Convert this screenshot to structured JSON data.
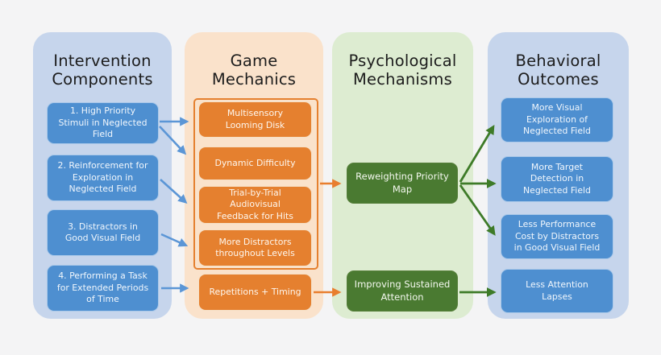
{
  "diagram": {
    "columns": [
      {
        "title": "Intervention\nComponents",
        "boxes": [
          {
            "label": "1. High Priority\nStimuli in Neglected\nField"
          },
          {
            "label": "2. Reinforcement for\nExploration in\nNeglected Field"
          },
          {
            "label": "3. Distractors in\nGood Visual Field"
          },
          {
            "label": "4. Performing a Task\nfor Extended Periods\nof Time"
          }
        ]
      },
      {
        "title": "Game\nMechanics",
        "boxes": [
          {
            "label": "Multisensory\nLooming Disk"
          },
          {
            "label": "Dynamic Difficulty"
          },
          {
            "label": "Trial-by-Trial\nAudiovisual\nFeedback for Hits"
          },
          {
            "label": "More Distractors\nthroughout Levels"
          },
          {
            "label": "Repetitions + Timing"
          }
        ]
      },
      {
        "title": "Psychological\nMechanisms",
        "boxes": [
          {
            "label": "Reweighting Priority\nMap"
          },
          {
            "label": "Improving Sustained\nAttention"
          }
        ]
      },
      {
        "title": "Behavioral\nOutcomes",
        "boxes": [
          {
            "label": "More Visual\nExploration of\nNeglected Field"
          },
          {
            "label": "More Target\nDetection in\nNeglected Field"
          },
          {
            "label": "Less Performance\nCost by Distractors\nin Good Visual Field"
          },
          {
            "label": "Less Attention\nLapses"
          }
        ]
      }
    ],
    "colors": {
      "panel_blue": "#c6d5ec",
      "panel_orange": "#fae2cb",
      "panel_green": "#ddecd1",
      "box_blue": "#4e8fd0",
      "box_orange": "#e5802f",
      "box_green": "#4a7a31",
      "arrow_blue": "#5b96d6",
      "arrow_orange": "#e87e2e",
      "arrow_green": "#3e7b28",
      "background": "#f4f4f5"
    }
  }
}
